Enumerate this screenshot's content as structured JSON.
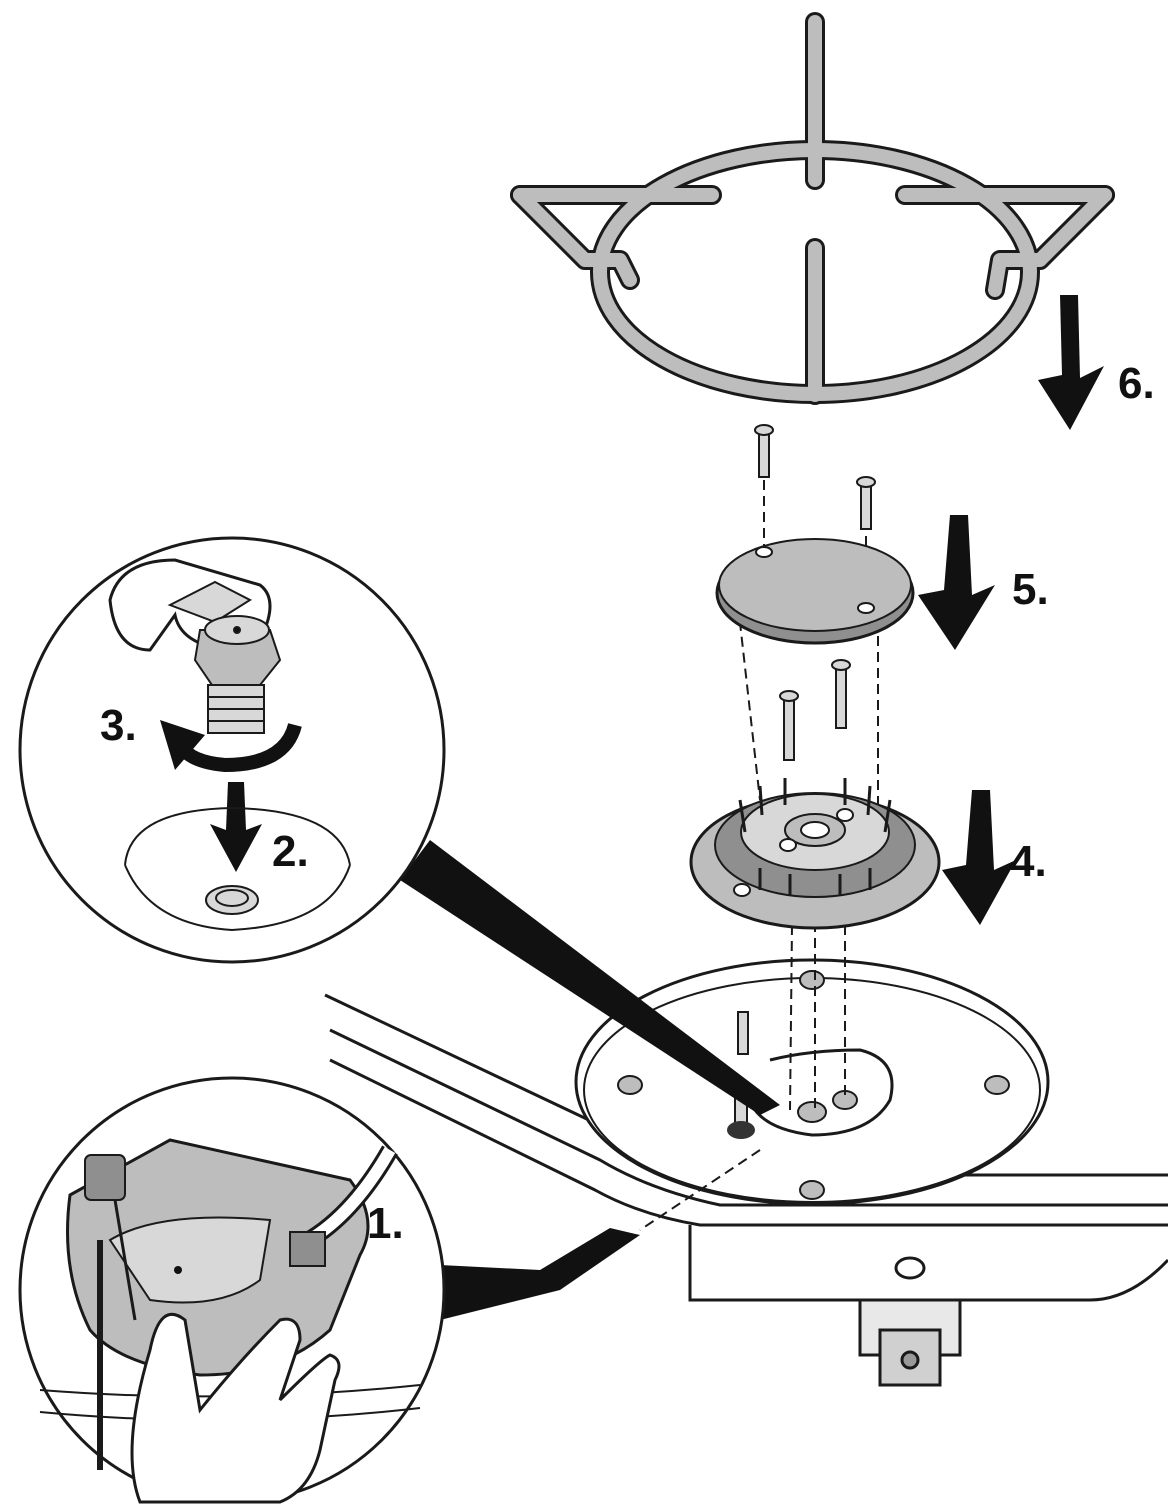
{
  "steps": {
    "s1": "1.",
    "s2": "2.",
    "s3": "3.",
    "s4": "4.",
    "s5": "5.",
    "s6": "6."
  },
  "colors": {
    "line": "#1a1a1a",
    "metal": "#bdbdbd",
    "metal_dark": "#8f8f8f",
    "metal_light": "#d8d8d8",
    "callout": "#111111",
    "paper": "#ffffff"
  },
  "icons": {
    "arrow": "down-arrow-icon",
    "rotate": "counterclockwise-arrow-icon",
    "hand": "hand-icon",
    "wrench": "wrench-icon",
    "screw": "screw-icon"
  }
}
